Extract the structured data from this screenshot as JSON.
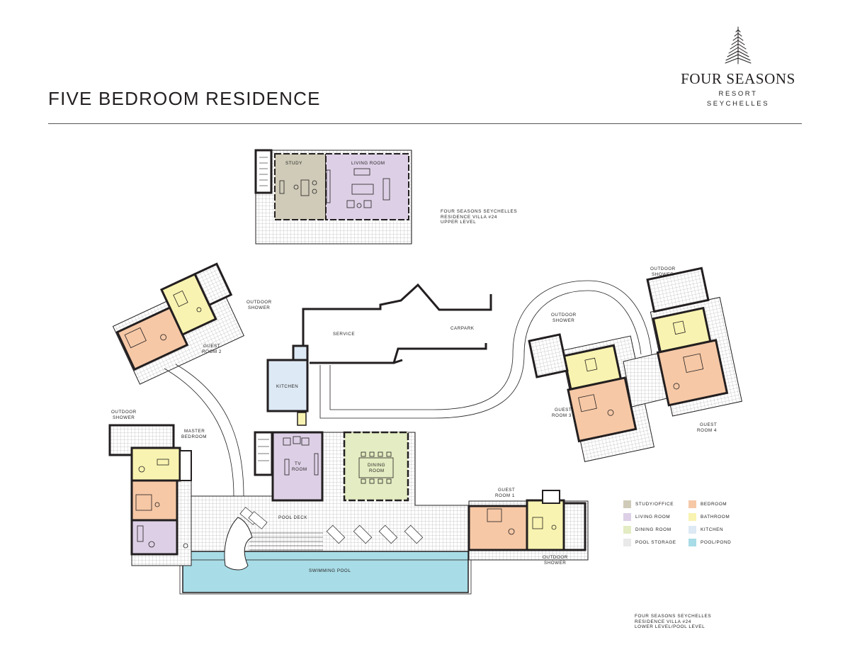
{
  "header": {
    "title": "FIVE BEDROOM RESIDENCE"
  },
  "logo": {
    "brand": "FOUR SEASONS",
    "line1": "RESORT",
    "line2": "SEYCHELLES",
    "icon": "tree-icon"
  },
  "upper_level_note": [
    "FOUR SEASONS SEYCHELLES",
    "RESIDENCE VILLA #24",
    "UPPER LEVEL"
  ],
  "lower_level_note": [
    "FOUR SEASONS SEYCHELLES",
    "RESIDENCE VILLA #24",
    "LOWER LEVEL/POOL LEVEL"
  ],
  "rooms": {
    "study": "STUDY",
    "living_room": "LIVING ROOM",
    "service": "SERVICE",
    "carpark": "CARPARK",
    "kitchen": "KITCHEN",
    "tv_room_1": "TV",
    "tv_room_2": "ROOM",
    "dining_room_1": "DINING",
    "dining_room_2": "ROOM",
    "pool_deck": "POOL DECK",
    "swimming_pool": "SWIMMING POOL",
    "outdoor_shower_1": "OUTDOOR",
    "outdoor_shower_2": "SHOWER",
    "guest_room_1_a": "GUEST",
    "guest_room_1_b": "ROOM 1",
    "guest_room_2_a": "GUEST",
    "guest_room_2_b": "ROOM 2",
    "guest_room_3_a": "GUEST",
    "guest_room_3_b": "ROOM 3",
    "guest_room_4_a": "GUEST",
    "guest_room_4_b": "ROOM 4",
    "master_bedroom_a": "MASTER",
    "master_bedroom_b": "BEDROOM"
  },
  "legend": [
    {
      "label": "STUDY/OFFICE",
      "color": "#cfcbb8"
    },
    {
      "label": "BEDROOM",
      "color": "#f6c8a6"
    },
    {
      "label": "LIVING ROOM",
      "color": "#ddd0e6"
    },
    {
      "label": "BATHROOM",
      "color": "#f8f3b0"
    },
    {
      "label": "DINING ROOM",
      "color": "#e3ecc2"
    },
    {
      "label": "KITCHEN",
      "color": "#dde9f4"
    },
    {
      "label": "POOL STORAGE",
      "color": "#e9e9e9"
    },
    {
      "label": "POOL/POND",
      "color": "#a8dce6"
    }
  ],
  "colors": {
    "study": "#cfcbb8",
    "living": "#ddd0e6",
    "dining": "#e3ecc2",
    "kitchen": "#dde9f4",
    "bedroom": "#f6c8a6",
    "bathroom": "#f8f3b0",
    "pool": "#a8dce6",
    "wall": "#231f20"
  }
}
